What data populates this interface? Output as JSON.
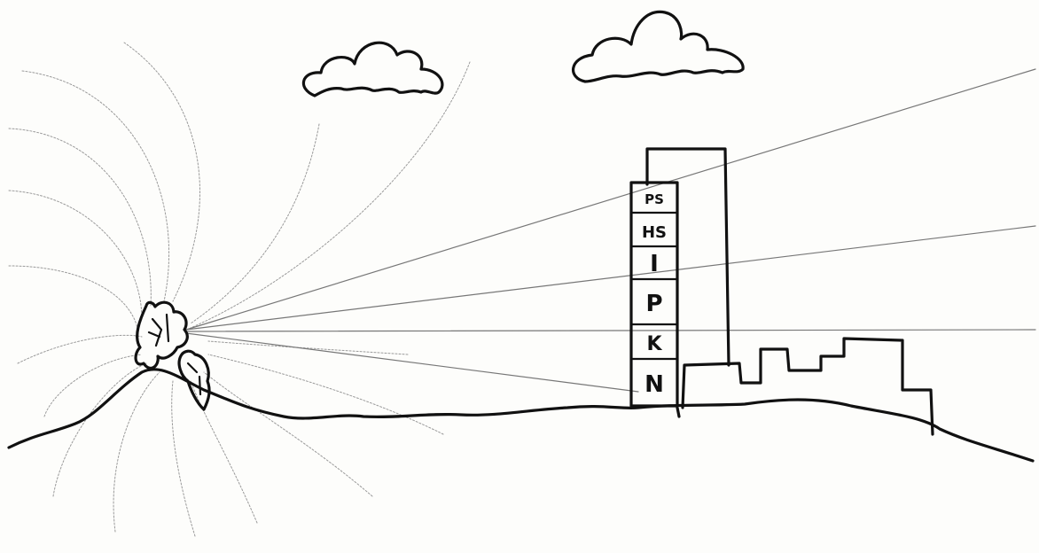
{
  "tower": {
    "labels": [
      "PS",
      "HS",
      "I",
      "P",
      "K",
      "N"
    ]
  },
  "colors": {
    "ink": "#111111",
    "pencil": "#9a9a9a",
    "paper": "#fdfdfb"
  }
}
